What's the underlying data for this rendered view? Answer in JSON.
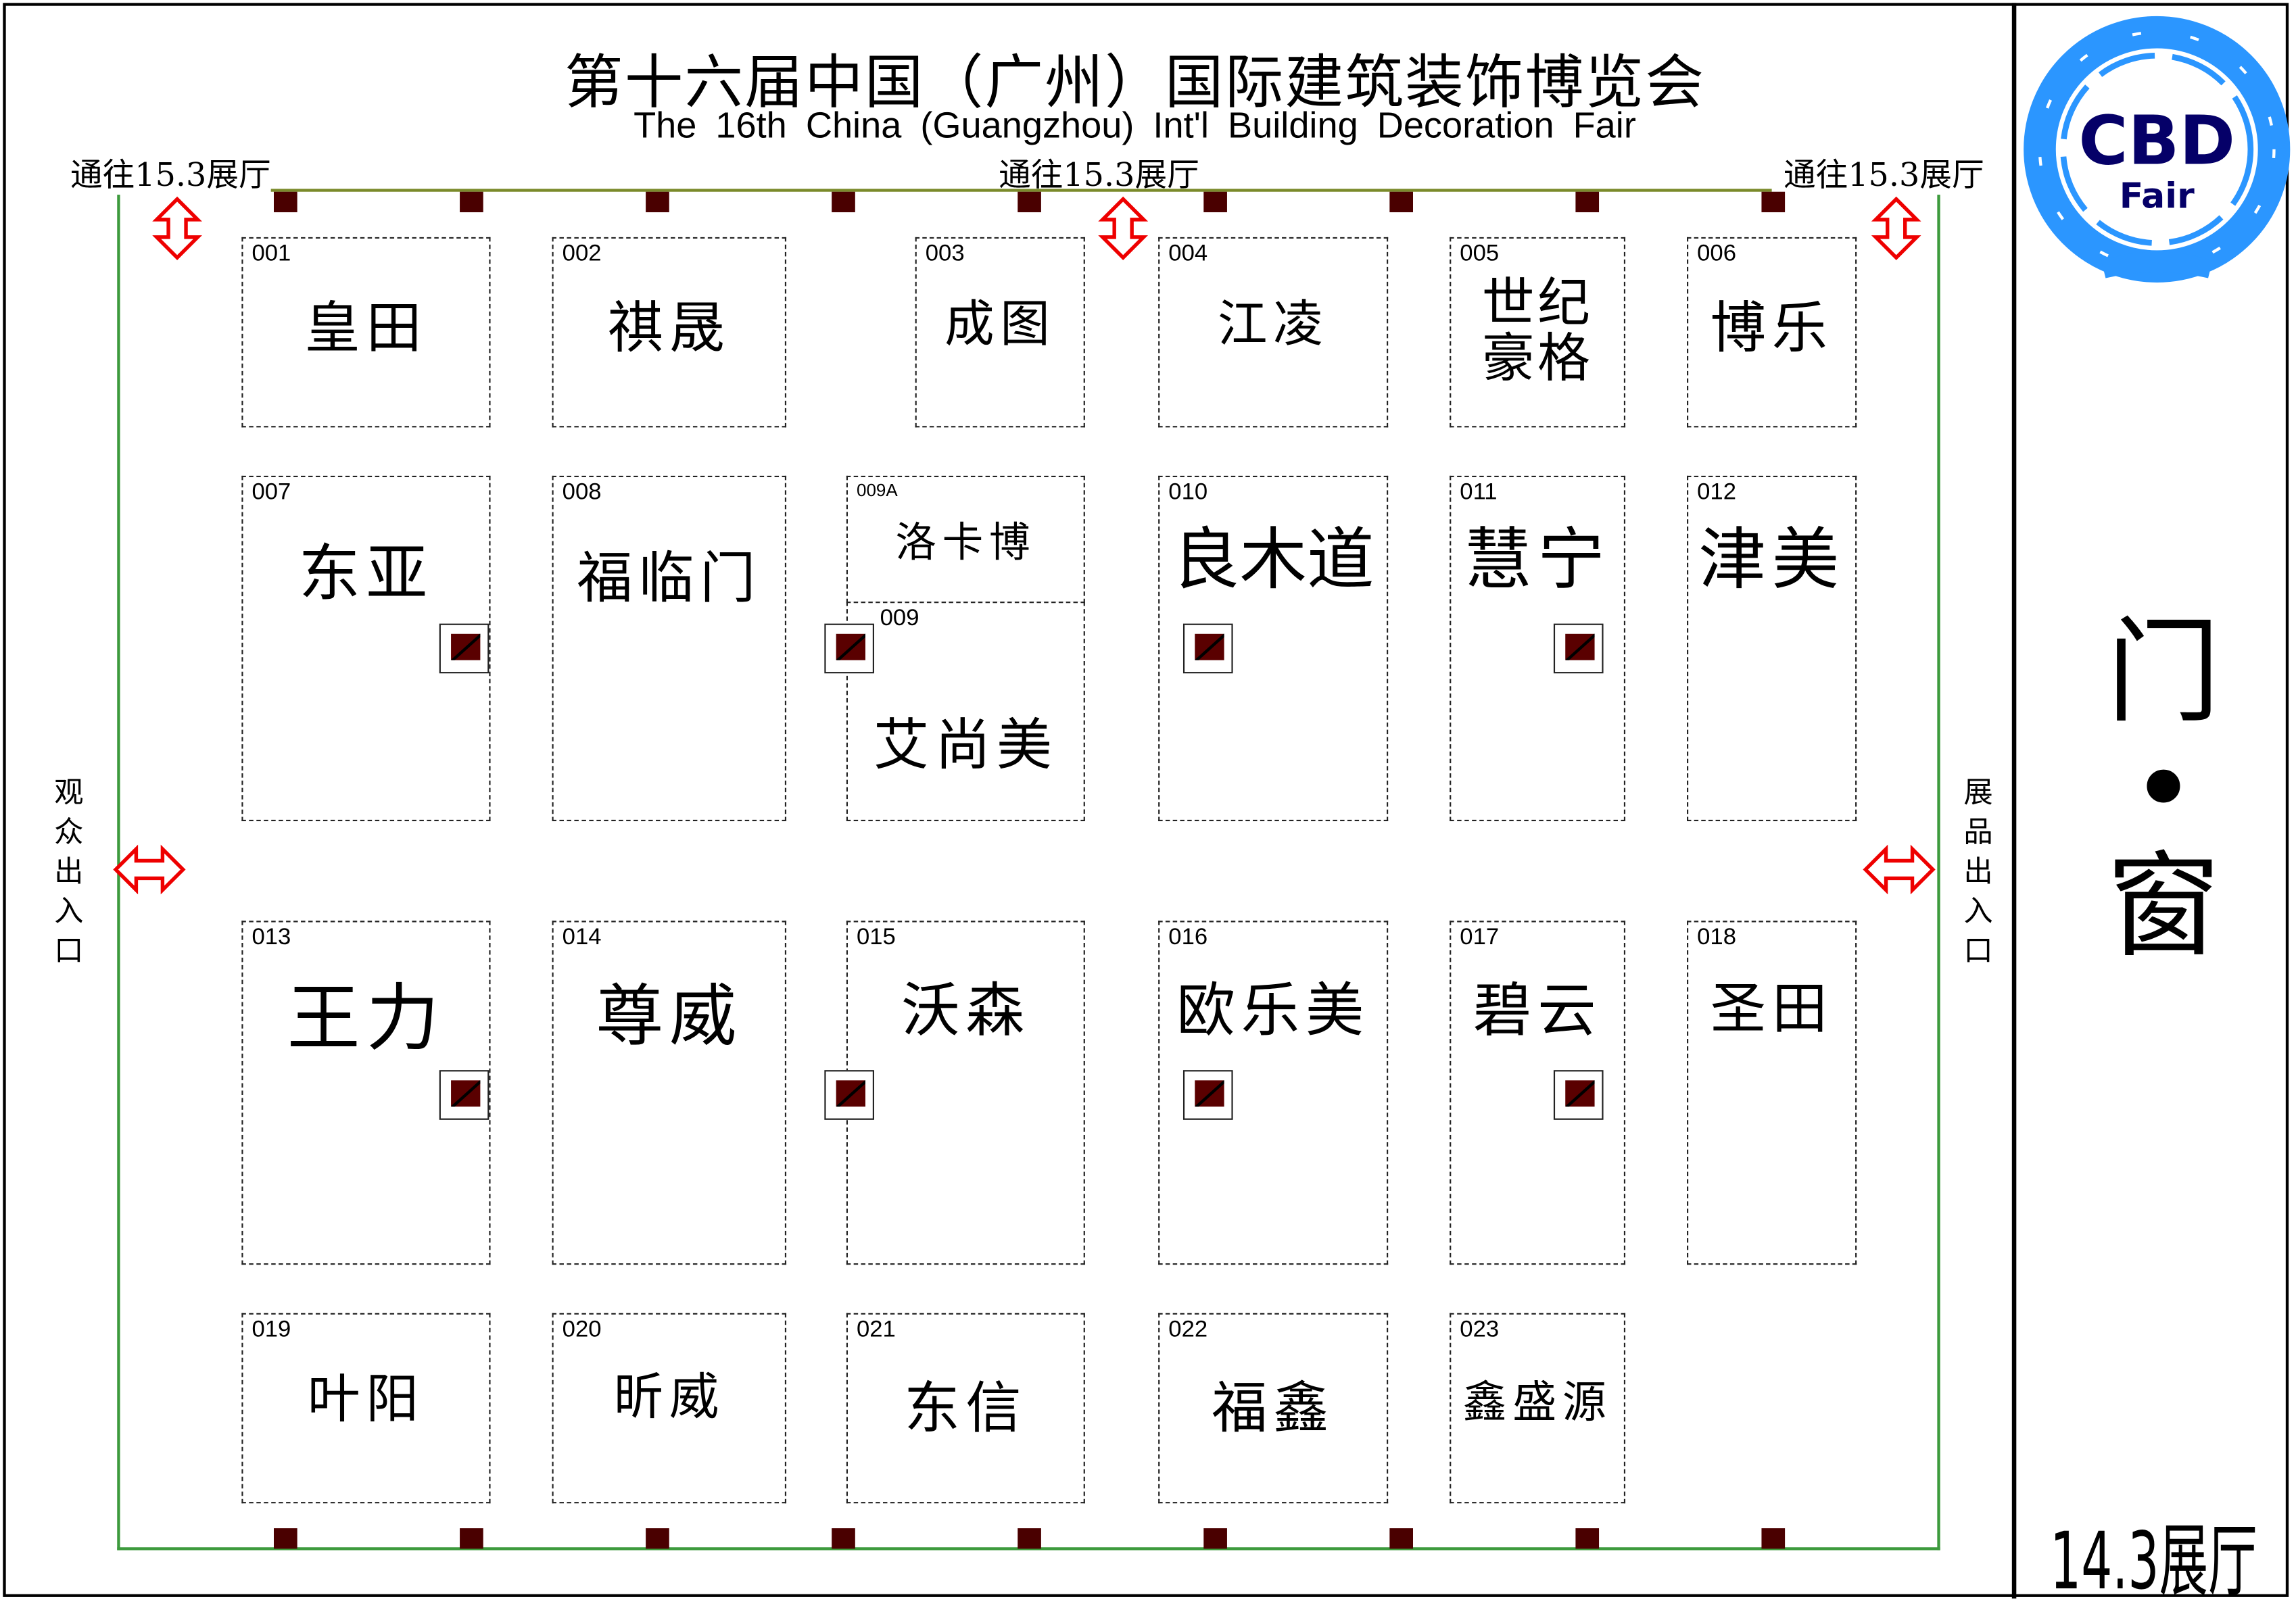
{
  "header": {
    "title_cn": "第十六届中国（广州）国际建筑装饰博览会",
    "title_en": "The 16th China (Guangzhou) Int'l Building Decoration Fair"
  },
  "passages": [
    "通往15.3展厅",
    "通往15.3展厅",
    "通往15.3展厅"
  ],
  "entrances": {
    "visitor": "观众出入口",
    "exhibit": "展品出入口"
  },
  "category": {
    "line1": "门",
    "dot": "•",
    "line2": "窗"
  },
  "hall": "14.3展厅",
  "logo": {
    "text1": "CBD",
    "text2": "Fair",
    "color": "#2b96ff",
    "text_color": "#050068"
  },
  "booths": [
    {
      "num": "001",
      "name": "皇田"
    },
    {
      "num": "002",
      "name": "祺晟"
    },
    {
      "num": "003",
      "name": "成图"
    },
    {
      "num": "004",
      "name": "江凌"
    },
    {
      "num": "005",
      "name": "世纪豪格"
    },
    {
      "num": "006",
      "name": "博乐"
    },
    {
      "num": "007",
      "name": "东亚"
    },
    {
      "num": "008",
      "name": "福临门"
    },
    {
      "num": "009A",
      "name": "洛卡博"
    },
    {
      "num": "009",
      "name": "艾尚美"
    },
    {
      "num": "010",
      "name": "良木道"
    },
    {
      "num": "011",
      "name": "慧宁"
    },
    {
      "num": "012",
      "name": "津美"
    },
    {
      "num": "013",
      "name": "王力"
    },
    {
      "num": "014",
      "name": "尊威"
    },
    {
      "num": "015",
      "name": "沃森"
    },
    {
      "num": "016",
      "name": "欧乐美"
    },
    {
      "num": "017",
      "name": "碧云"
    },
    {
      "num": "018",
      "name": "圣田"
    },
    {
      "num": "019",
      "name": "叶阳"
    },
    {
      "num": "020",
      "name": "昕威"
    },
    {
      "num": "021",
      "name": "东信"
    },
    {
      "num": "022",
      "name": "福鑫"
    },
    {
      "num": "023",
      "name": "鑫盛源"
    }
  ]
}
